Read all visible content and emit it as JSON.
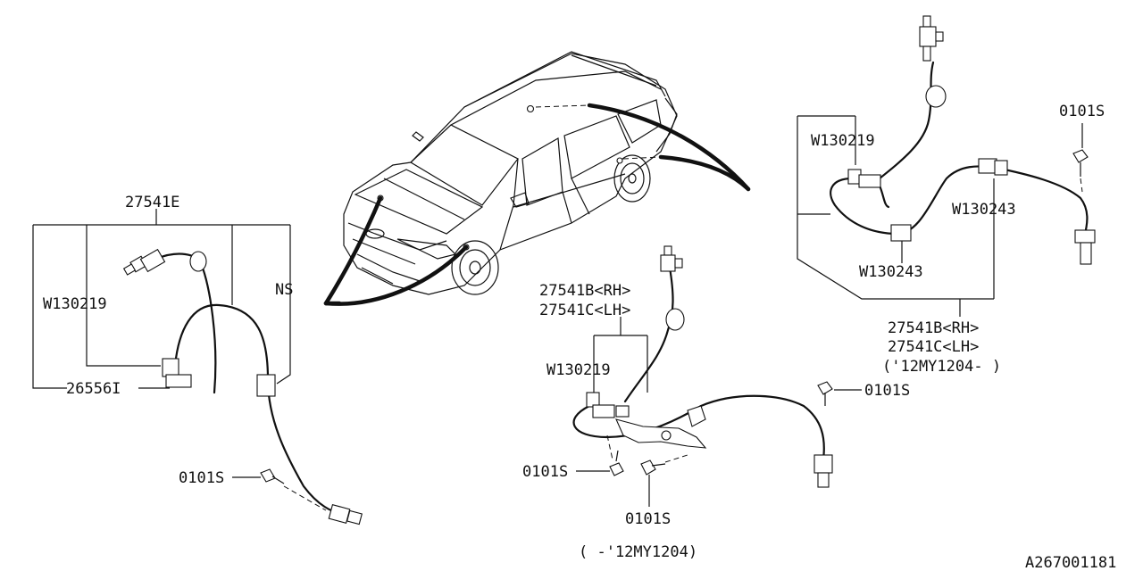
{
  "labels": {
    "p27541e": "27541E",
    "w130219_left": "W130219",
    "ns": "NS",
    "p26556i": "26556I",
    "bolt_left": "0101S",
    "p27541b_mid": "27541B<RH>",
    "p27541c_mid": "27541C<LH>",
    "w130219_mid": "W130219",
    "bolt_mid_right": "0101S",
    "bolt_mid_left": "0101S",
    "bolt_mid_bottom": "0101S",
    "range_mid": "( -'12MY1204)",
    "w130219_right": "W130219",
    "w130243_right_a": "W130243",
    "w130243_right_b": "W130243",
    "bolt_right": "0101S",
    "p27541b_right": "27541B<RH>",
    "p27541c_right": "27541C<LH>",
    "range_right": "('12MY1204- )",
    "figure_code": "A267001181"
  }
}
